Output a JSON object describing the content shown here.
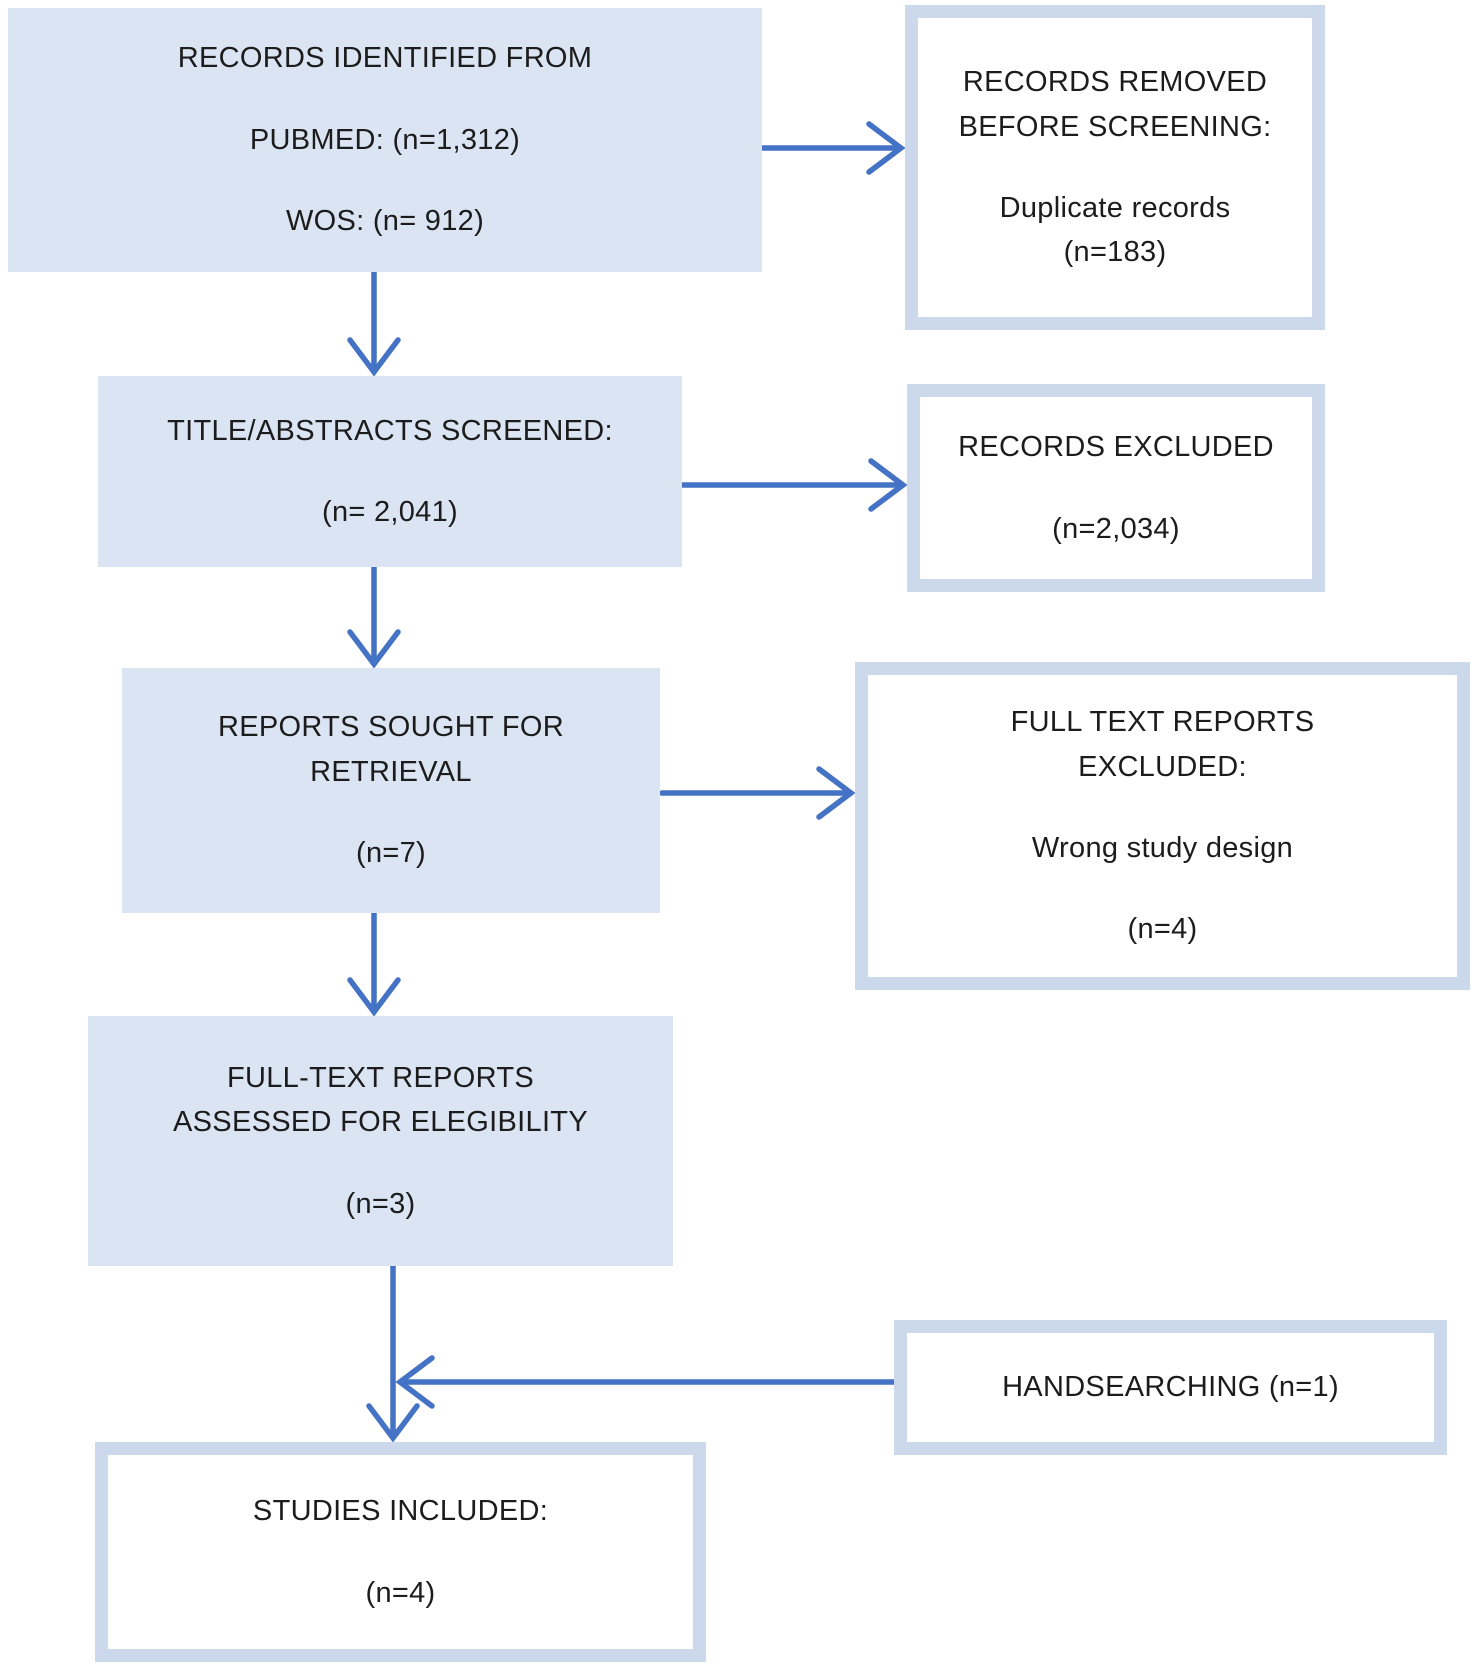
{
  "colors": {
    "box_fill": "#dbe4f2",
    "box_border": "#ccd8ec",
    "arrow_blue": "#4472c4",
    "text": "#1c1c1c",
    "background": "#ffffff"
  },
  "boxes": {
    "identified": {
      "style": "filled",
      "lines": [
        "RECORDS IDENTIFIED FROM",
        "PUBMED: (n=1,312)",
        "WOS: (n= 912)"
      ]
    },
    "removed": {
      "style": "outlined",
      "lines": [
        "RECORDS REMOVED",
        "BEFORE SCREENING:",
        "Duplicate records",
        "(n=183)"
      ]
    },
    "screened": {
      "style": "filled",
      "lines": [
        "TITLE/ABSTRACTS SCREENED:",
        "(n= 2,041)"
      ]
    },
    "excluded": {
      "style": "outlined",
      "lines": [
        "RECORDS EXCLUDED",
        "(n=2,034)"
      ]
    },
    "sought": {
      "style": "filled",
      "lines": [
        "REPORTS SOUGHT FOR",
        "RETRIEVAL",
        "(n=7)"
      ]
    },
    "fulltext_excluded": {
      "style": "outlined",
      "lines": [
        "FULL TEXT REPORTS",
        "EXCLUDED:",
        "Wrong study design",
        "(n=4)"
      ]
    },
    "assessed": {
      "style": "filled",
      "lines": [
        "FULL-TEXT REPORTS",
        "ASSESSED FOR ELEGIBILITY",
        "(n=3)"
      ]
    },
    "handsearching": {
      "style": "outlined",
      "lines": [
        "HANDSEARCHING (n=1)"
      ]
    },
    "included": {
      "style": "outlined",
      "lines": [
        "STUDIES INCLUDED:",
        "(n=4)"
      ]
    }
  }
}
